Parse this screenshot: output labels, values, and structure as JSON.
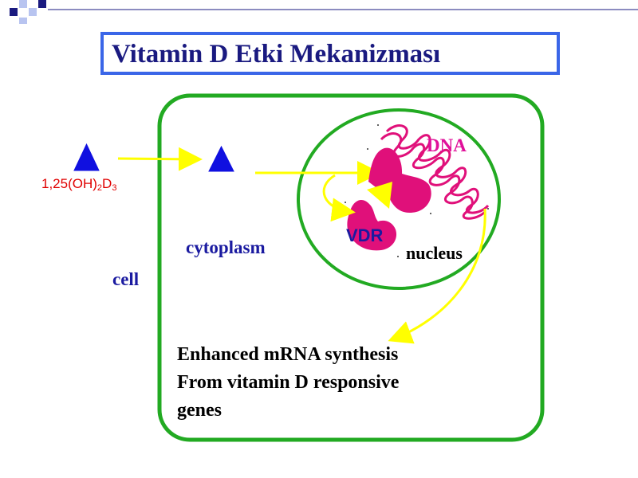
{
  "slide": {
    "title": "Vitamin D Etki Mekanizması"
  },
  "diagram": {
    "ligand_label": {
      "prefix": "1,25(OH)",
      "sub1": "2",
      "mid": "D",
      "sub2": "3"
    },
    "cytoplasm_label": "cytoplasm",
    "cell_label": "cell",
    "dna_label": "DNA",
    "vdr_label": "VDR",
    "nucleus_label": "nucleus",
    "result_lines": [
      "Enhanced mRNA synthesis",
      "From vitamin D responsive",
      "genes"
    ],
    "colors": {
      "cell_membrane": "#22aa22",
      "ligand": "#1010e0",
      "arrow": "#ffff00",
      "receptor": "#e0107a",
      "title_border": "#3a66e8",
      "title_text": "#1a1a80"
    }
  }
}
